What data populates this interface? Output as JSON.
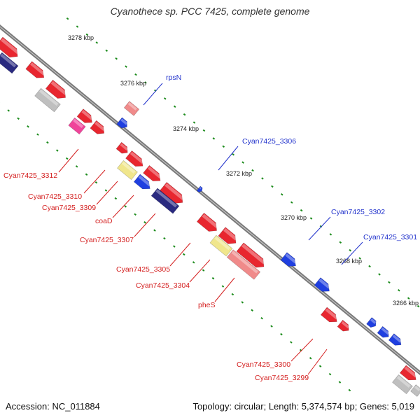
{
  "title": "Cyanothece sp. PCC 7425, complete genome",
  "footer": {
    "accession": "Accession: NC_011884",
    "summary": "Topology: circular; Length: 5,374,574 bp; Genes: 5,019"
  },
  "colors": {
    "backbone": "#7a7a7a",
    "forward_gene": "#e8262f",
    "reverse_gene": "#1f3fe0",
    "pink_gene": "#f08a8a",
    "magenta_gene": "#f0449a",
    "yellow_gene": "#f0e68c",
    "grey_gene": "#bfbfbf",
    "navy_gene": "#2a2a80",
    "tick_green": "#1a8a1a",
    "label_red": "#d42020",
    "label_blue": "#2233cc"
  },
  "scale_ticks": [
    "3278 kbp",
    "3276 kbp",
    "3274 kbp",
    "3272 kbp",
    "3270 kbp",
    "3268 kbp",
    "3266 kbp"
  ],
  "gene_labels": {
    "blue": [
      "rpsN",
      "Cyan7425_3306",
      "Cyan7425_3302",
      "Cyan7425_3301"
    ],
    "red": [
      "Cyan7425_3312",
      "Cyan7425_3310",
      "Cyan7425_3309",
      "coaD",
      "Cyan7425_3307",
      "Cyan7425_3305",
      "Cyan7425_3304",
      "pheS",
      "Cyan7425_3300",
      "Cyan7425_3299"
    ]
  }
}
